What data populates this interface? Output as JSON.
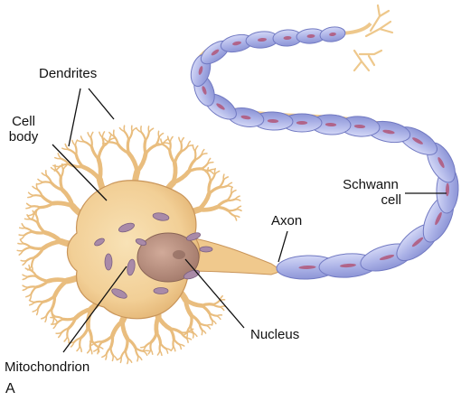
{
  "diagram": {
    "panel_letter": "A",
    "labels": {
      "dendrites": "Dendrites",
      "cell_body_line1": "Cell",
      "cell_body_line2": "body",
      "schwann_line1": "Schwann",
      "schwann_line2": "cell",
      "axon": "Axon",
      "nucleus": "Nucleus",
      "mitochondrion": "Mitochondrion"
    },
    "colors": {
      "cell_body": "#f2cf96",
      "cell_body_edge": "#c9955a",
      "nucleus": "#b89080",
      "myelin": "#aab1e6",
      "myelin_edge": "#7179c2",
      "node_of_ranvier": "#eec88c",
      "schwann_nucleus": "#b24a6a"
    }
  }
}
